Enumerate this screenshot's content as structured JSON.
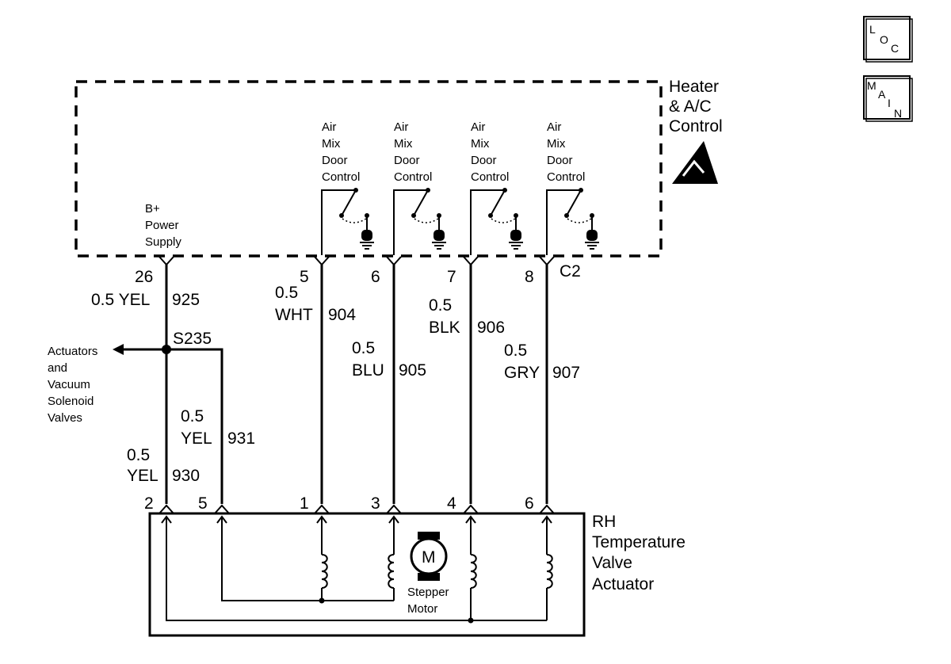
{
  "icons": {
    "loc": [
      "L",
      "O",
      "C"
    ],
    "main": [
      "M",
      "A",
      "I",
      "N"
    ]
  },
  "control_module": {
    "name_lines": [
      "Heater",
      "& A/C",
      "Control"
    ],
    "esd_icon": "esd-warning-icon",
    "connector": "C2",
    "power_label": [
      "B+",
      "Power",
      "Supply"
    ],
    "door_label": [
      "Air",
      "Mix",
      "Door",
      "Control"
    ]
  },
  "pins_top": [
    "26",
    "5",
    "6",
    "7",
    "8"
  ],
  "wires": [
    {
      "gauge": "0.5 YEL",
      "num": "925"
    },
    {
      "gauge": "0.5",
      "color": "WHT",
      "num": "904"
    },
    {
      "gauge": "0.5",
      "color": "BLU",
      "num": "905"
    },
    {
      "gauge": "0.5",
      "color": "BLK",
      "num": "906"
    },
    {
      "gauge": "0.5",
      "color": "GRY",
      "num": "907"
    },
    {
      "gauge": "0.5",
      "color": "YEL",
      "num": "931"
    },
    {
      "gauge": "0.5",
      "color": "YEL",
      "num": "930"
    }
  ],
  "splice": "S235",
  "branch_label": [
    "Actuators",
    "and",
    "Vacuum",
    "Solenoid",
    "Valves"
  ],
  "pins_bottom": [
    "2",
    "5",
    "1",
    "3",
    "4",
    "6"
  ],
  "actuator": {
    "name_lines": [
      "RH",
      "Temperature",
      "Valve",
      "Actuator"
    ],
    "motor_symbol": "M",
    "motor_label": [
      "Stepper",
      "Motor"
    ]
  }
}
